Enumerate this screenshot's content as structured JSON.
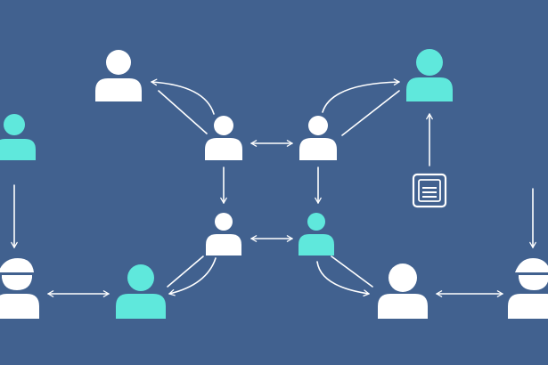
{
  "colors": {
    "background": "#41618f",
    "person_white": "#ffffff",
    "person_teal": "#5fe8dc",
    "connector": "#ffffff"
  },
  "nodes": [
    {
      "id": "person-top-left",
      "icon": "person-icon",
      "color": "white"
    },
    {
      "id": "person-top-right",
      "icon": "person-icon",
      "color": "teal"
    },
    {
      "id": "person-left-edge",
      "icon": "person-icon",
      "color": "teal"
    },
    {
      "id": "person-center-upper-left",
      "icon": "person-icon",
      "color": "white"
    },
    {
      "id": "person-center-upper-right",
      "icon": "person-icon",
      "color": "white"
    },
    {
      "id": "person-center-lower-left",
      "icon": "person-icon",
      "color": "white"
    },
    {
      "id": "person-center-lower-right",
      "icon": "person-icon",
      "color": "teal"
    },
    {
      "id": "person-bottom-left-helmet",
      "icon": "helmet-person-icon",
      "color": "white"
    },
    {
      "id": "person-bottom-left-center",
      "icon": "person-icon",
      "color": "teal"
    },
    {
      "id": "person-bottom-right-center",
      "icon": "person-icon",
      "color": "white"
    },
    {
      "id": "person-bottom-right-helmet",
      "icon": "helmet-person-icon",
      "color": "white"
    },
    {
      "id": "document-card",
      "icon": "document-icon",
      "color": "white"
    }
  ],
  "edges": [
    {
      "from": "person-center-upper-left",
      "to": "person-top-left",
      "style": "curved-arrow"
    },
    {
      "from": "person-center-upper-right",
      "to": "person-top-right",
      "style": "curved-arrow"
    },
    {
      "from": "person-center-upper-left",
      "to": "person-center-upper-right",
      "style": "double-arrow"
    },
    {
      "from": "person-center-upper-left",
      "to": "person-center-lower-left",
      "style": "arrow"
    },
    {
      "from": "person-center-upper-right",
      "to": "person-center-lower-right",
      "style": "arrow"
    },
    {
      "from": "person-center-lower-left",
      "to": "person-center-lower-right",
      "style": "double-arrow"
    },
    {
      "from": "person-center-lower-left",
      "to": "person-bottom-left-center",
      "style": "curved-arrow"
    },
    {
      "from": "person-center-lower-right",
      "to": "person-bottom-right-center",
      "style": "curved-arrow"
    },
    {
      "from": "person-left-edge",
      "to": "person-bottom-left-helmet",
      "style": "arrow"
    },
    {
      "from": "person-bottom-left-helmet",
      "to": "person-bottom-left-center",
      "style": "double-arrow"
    },
    {
      "from": "person-bottom-right-center",
      "to": "person-bottom-right-helmet",
      "style": "double-arrow"
    },
    {
      "from": "document-card",
      "to": "person-top-right",
      "style": "arrow"
    },
    {
      "from": "offscreen-right",
      "to": "person-bottom-right-helmet",
      "style": "arrow"
    }
  ]
}
